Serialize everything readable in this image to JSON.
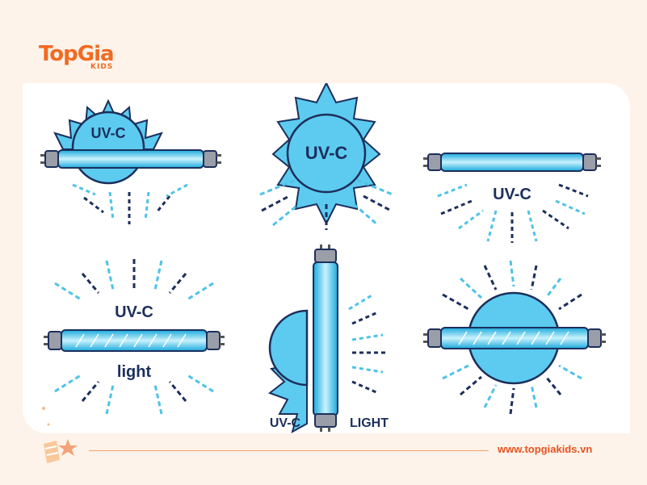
{
  "brand": {
    "logo_main": "TopGia",
    "logo_sub": "KIDS",
    "website": "www.topgiakids.vn"
  },
  "labels": {
    "uvc": "UV-C",
    "light_lower": "light",
    "light_upper": "LIGHT"
  },
  "colors": {
    "accent": "#f26a21",
    "tube": "#35c8ee",
    "tube_glow": "#b8ecfb",
    "sun": "#5ccbef",
    "navy": "#1c2f5c",
    "ray_light": "#4ec3e6",
    "cap": "#9a9ea8"
  }
}
